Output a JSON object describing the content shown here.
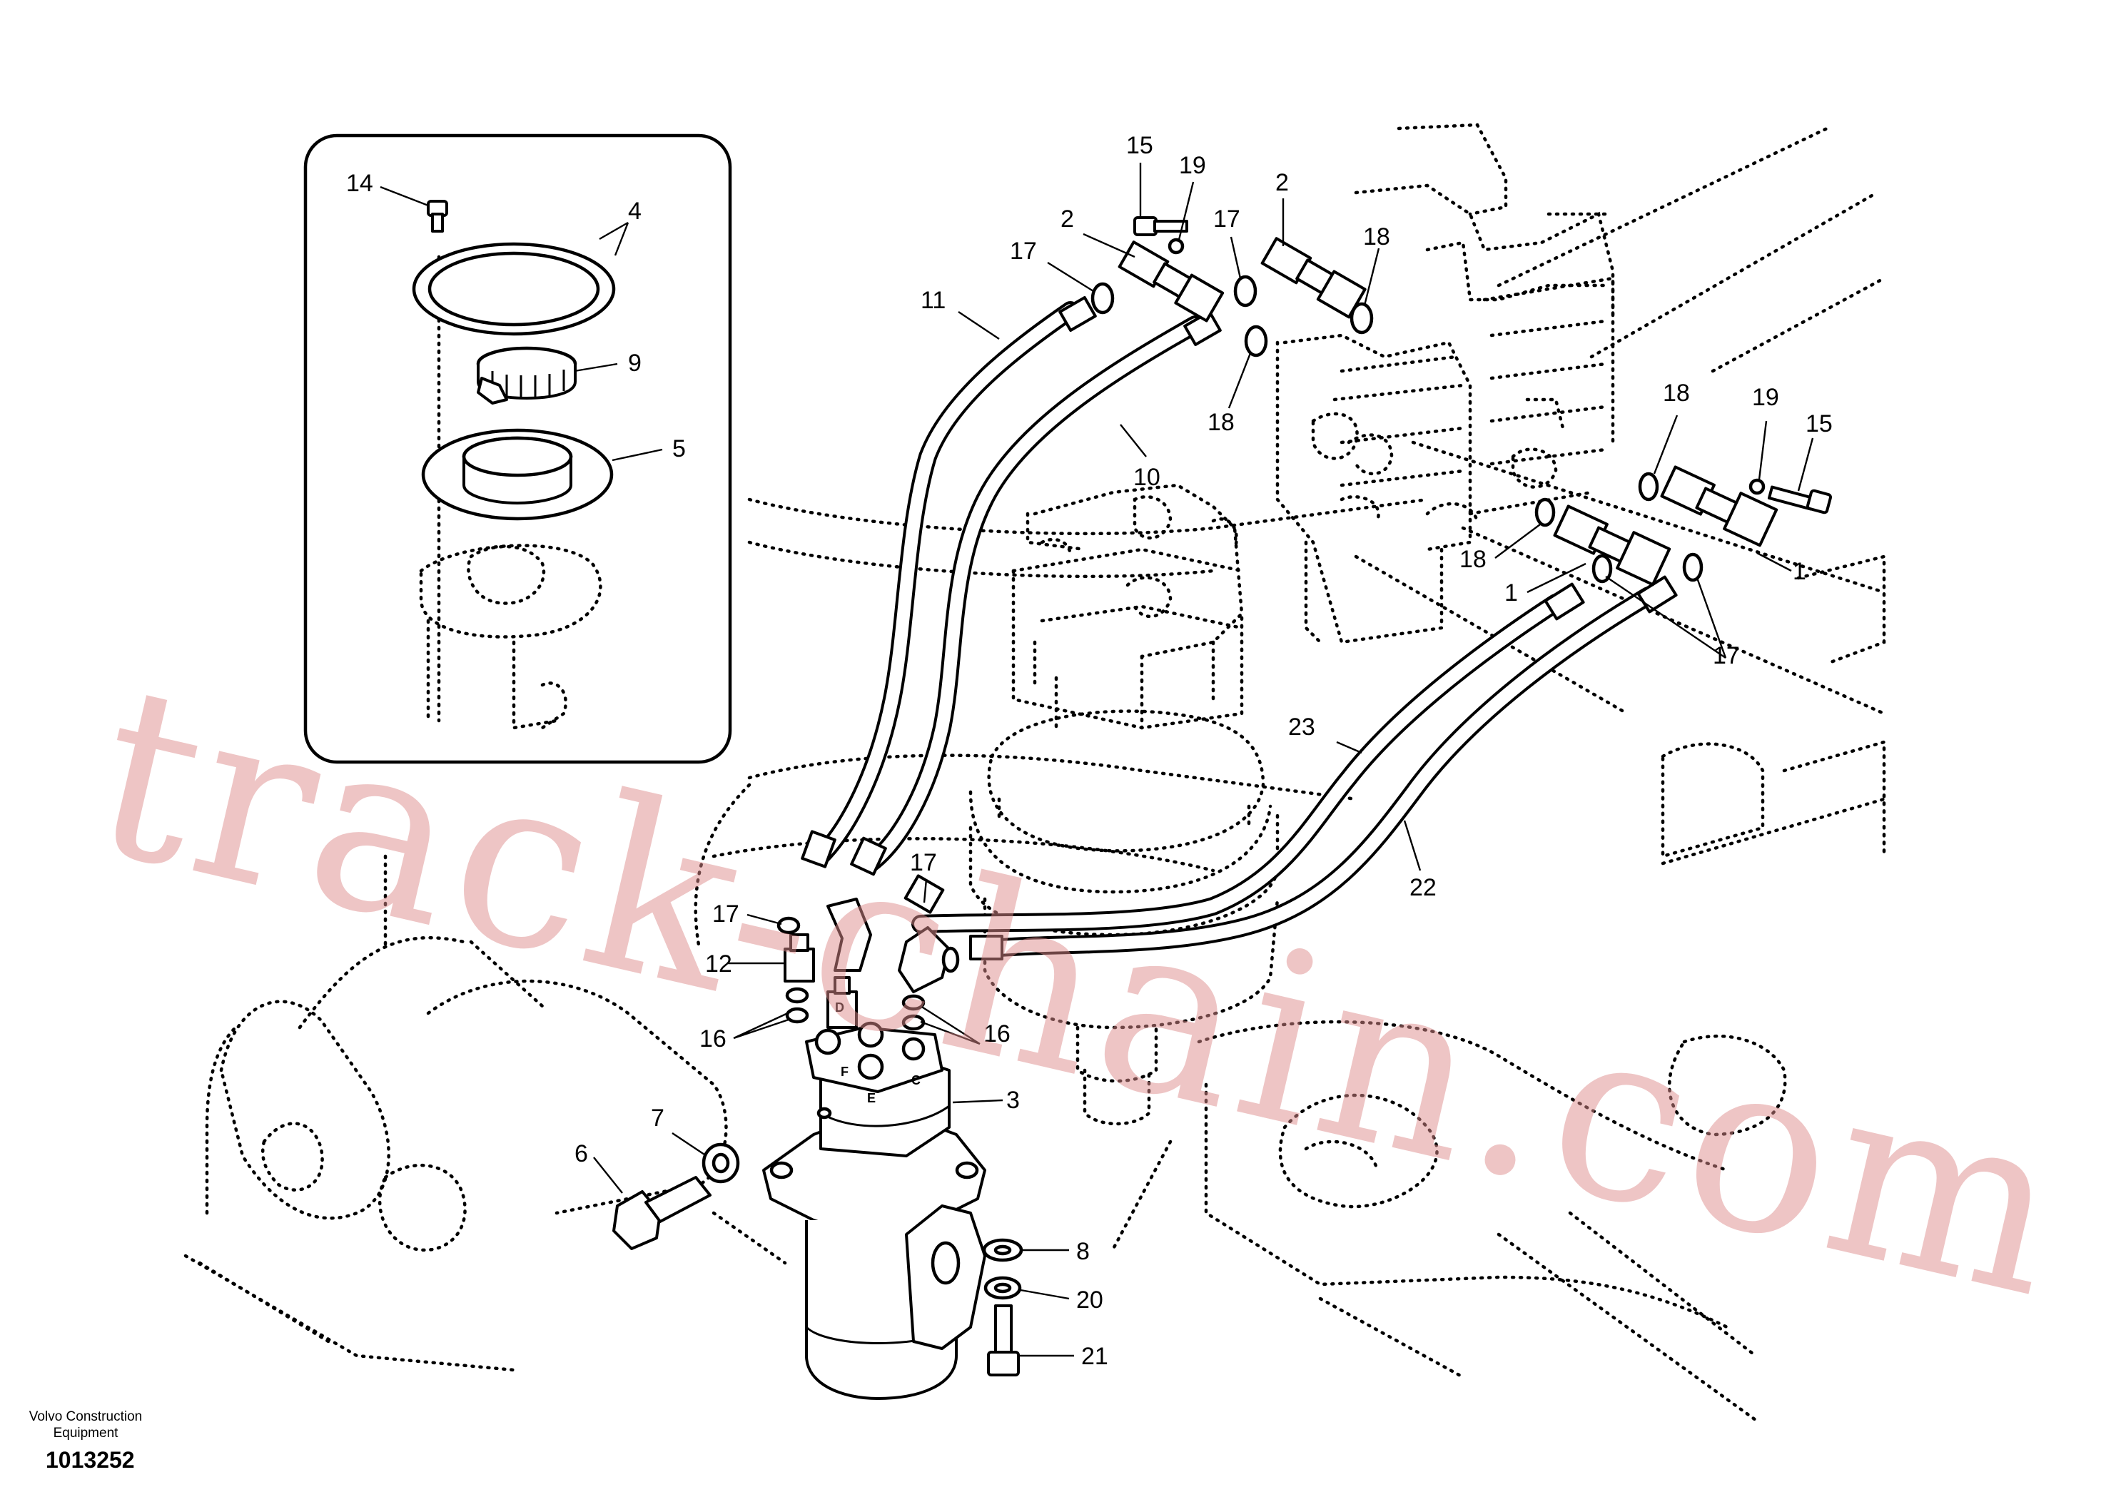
{
  "callouts": {
    "inset": [
      "14",
      "4",
      "9",
      "5"
    ],
    "valve_left": [
      "15",
      "19",
      "2",
      "17",
      "11",
      "10",
      "18",
      "2",
      "17",
      "18"
    ],
    "valve_right": [
      "18",
      "19",
      "15",
      "18",
      "1",
      "1",
      "17",
      "23",
      "22"
    ],
    "swivel": [
      "17",
      "17",
      "12",
      "16",
      "16",
      "3",
      "7",
      "6",
      "8",
      "20",
      "21"
    ]
  },
  "ports": [
    "D",
    "F",
    "C",
    "E"
  ],
  "watermark": "track-chain.com",
  "footer": {
    "brand_line1": "Volvo Construction",
    "brand_line2": "Equipment",
    "drawing_number": "1013252"
  },
  "colors": {
    "watermark": "#de8c8c",
    "line": "#000000",
    "background": "#ffffff"
  }
}
